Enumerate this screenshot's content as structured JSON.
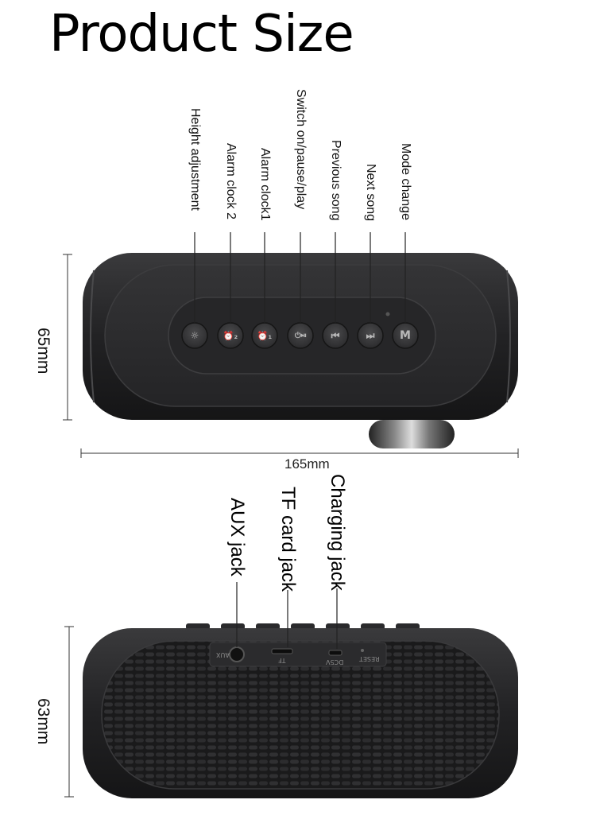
{
  "title": "Product Size",
  "top_view": {
    "button_labels": [
      {
        "label": "Height adjustment",
        "icon": "sun-icon"
      },
      {
        "label": "Alarm clock 2",
        "icon": "alarm-clock-2-icon"
      },
      {
        "label": "Alarm clock1",
        "icon": "alarm-clock-1-icon"
      },
      {
        "label": "Switch on/pause/play",
        "icon": "power-play-pause-icon"
      },
      {
        "label": "Previous song",
        "icon": "previous-track-icon"
      },
      {
        "label": "Next song",
        "icon": "next-track-icon"
      },
      {
        "label": "Mode change",
        "icon": "mode-m-icon"
      }
    ],
    "button_glyphs": [
      "☼",
      "⏰₂",
      "⏰₁",
      "⏻⏯",
      "⏮",
      "⏭",
      "M"
    ],
    "height_dim": "65mm",
    "width_dim": "165mm"
  },
  "bottom_view": {
    "port_labels": [
      {
        "label": "AUX jack"
      },
      {
        "label": "TF card jack"
      },
      {
        "label": "Charging jack"
      }
    ],
    "port_texts": {
      "aux": "AUX",
      "tf": "TF",
      "dc": "DC5V",
      "reset": "RESET"
    },
    "height_dim": "63mm"
  },
  "colors": {
    "body": "#1f1f21",
    "panel": "#2a2a2c",
    "button": "#3a3a3c",
    "line": "#333333"
  }
}
